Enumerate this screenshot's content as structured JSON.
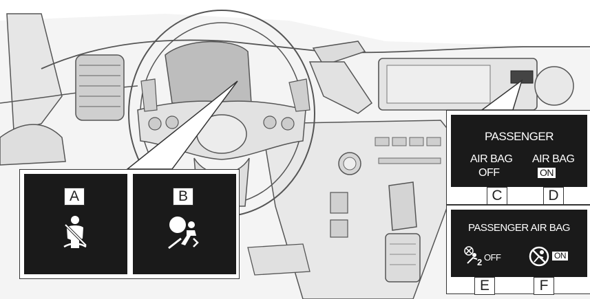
{
  "callouts": {
    "A": {
      "letter": "A",
      "icon": "seatbelt-reminder-icon"
    },
    "B": {
      "letter": "B",
      "icon": "srs-airbag-warning-icon"
    },
    "C": {
      "letter": "C"
    },
    "D": {
      "letter": "D"
    },
    "E": {
      "letter": "E",
      "text": "OFF",
      "icon": "passenger-airbag-off-icon"
    },
    "F": {
      "letter": "F",
      "text": "ON",
      "icon": "passenger-airbag-on-icon"
    }
  },
  "panel_top": {
    "title": "PASSENGER",
    "left_line1": "AIR BAG",
    "left_line2": "OFF",
    "right_line1": "AIR BAG",
    "right_line2": "ON"
  },
  "panel_bottom": {
    "title": "PASSENGER AIR BAG"
  },
  "colors": {
    "panel": "#1a1a1a",
    "line": "#4a4a4a",
    "fill": "#dcdcdc"
  }
}
